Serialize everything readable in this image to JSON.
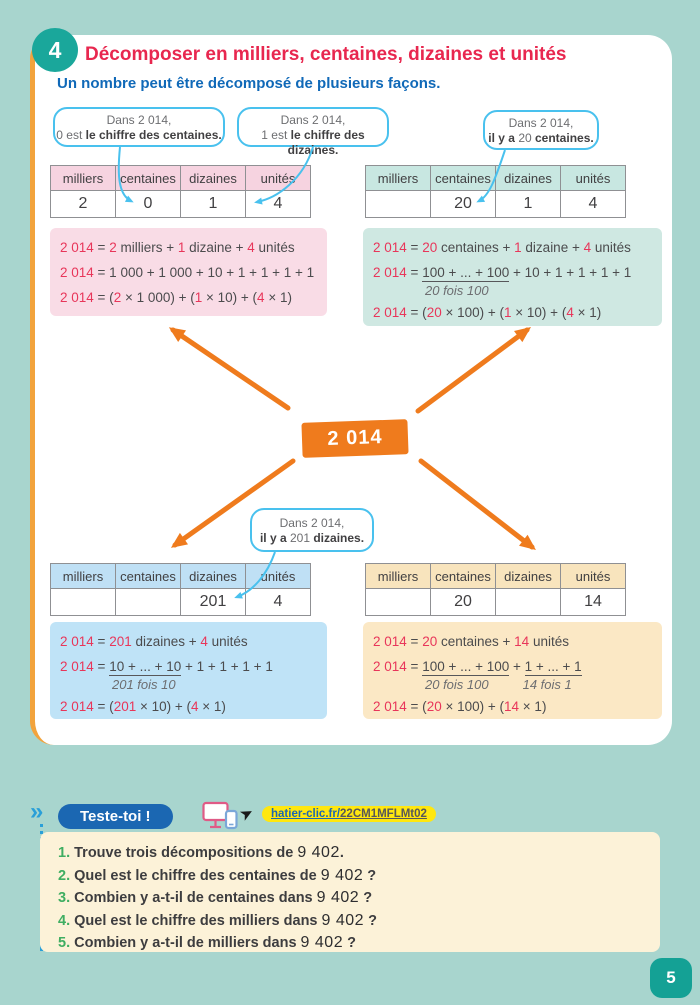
{
  "colors": {
    "background": "#a8d5ce",
    "card": "#ffffff",
    "accent_orange": "#ef7b1d",
    "accent_teal": "#1aa79b",
    "title_red": "#e8274f",
    "subtitle_blue": "#1069b8",
    "bubble_blue": "#49c1ee",
    "link_yellow": "#ffe70f",
    "badge_blue": "#1b67b2",
    "question_green": "#3fae62"
  },
  "lesson": {
    "badge": "4",
    "title": "Décomposer en milliers, centaines, dizaines et unités",
    "subtitle": "Un nombre peut être décomposé de plusieurs façons."
  },
  "center_number": "2 014",
  "bubbles": [
    {
      "line1": "Dans 2 014,",
      "line2": [
        {
          "t": "0 est ",
          "s": "n"
        },
        {
          "t": "le chiffre des centaines.",
          "s": "b"
        }
      ]
    },
    {
      "line1": "Dans 2 014,",
      "line2": [
        {
          "t": "1 est ",
          "s": "n"
        },
        {
          "t": "le chiffre des dizaines.",
          "s": "b"
        }
      ]
    },
    {
      "line1": "Dans 2 014,",
      "line2": [
        {
          "t": "il y a ",
          "s": "b"
        },
        {
          "t": "20",
          "s": "n"
        },
        {
          "t": " centaines.",
          "s": "b"
        }
      ]
    },
    {
      "line1": "Dans 2 014,",
      "line2": [
        {
          "t": "il y a ",
          "s": "b"
        },
        {
          "t": "201",
          "s": "n"
        },
        {
          "t": " dizaines.",
          "s": "b"
        }
      ]
    }
  ],
  "tables": [
    {
      "headers": [
        "milliers",
        "centaines",
        "dizaines",
        "unités"
      ],
      "values": [
        "2",
        "0",
        "1",
        "4"
      ]
    },
    {
      "headers": [
        "milliers",
        "centaines",
        "dizaines",
        "unités"
      ],
      "values": [
        "",
        "20",
        "1",
        "4"
      ]
    },
    {
      "headers": [
        "milliers",
        "centaines",
        "dizaines",
        "unités"
      ],
      "values": [
        "",
        "",
        "201",
        "4"
      ]
    },
    {
      "headers": [
        "milliers",
        "centaines",
        "dizaines",
        "unités"
      ],
      "values": [
        "",
        "20",
        "",
        "14"
      ]
    }
  ],
  "boxes": [
    {
      "lines": [
        [
          {
            "t": "2 014",
            "s": "r"
          },
          {
            "t": " = ",
            "s": "d"
          },
          {
            "t": "2",
            "s": "r"
          },
          {
            "t": " milliers + ",
            "s": "d"
          },
          {
            "t": "1",
            "s": "r"
          },
          {
            "t": " dizaine + ",
            "s": "d"
          },
          {
            "t": "4",
            "s": "r"
          },
          {
            "t": " unités",
            "s": "d"
          }
        ],
        [
          {
            "t": "2 014",
            "s": "r"
          },
          {
            "t": " = 1 000 + 1 000 + 10 + 1 + 1 + 1 + 1",
            "s": "d"
          }
        ],
        [
          {
            "t": "2 014",
            "s": "r"
          },
          {
            "t": " = (",
            "s": "d"
          },
          {
            "t": "2",
            "s": "r"
          },
          {
            "t": " × 1 000) + (",
            "s": "d"
          },
          {
            "t": "1",
            "s": "r"
          },
          {
            "t": " × 10) + (",
            "s": "d"
          },
          {
            "t": "4",
            "s": "r"
          },
          {
            "t": " × 1)",
            "s": "d"
          }
        ]
      ]
    },
    {
      "lines": [
        [
          {
            "t": "2 014",
            "s": "r"
          },
          {
            "t": " = ",
            "s": "d"
          },
          {
            "t": "20",
            "s": "r"
          },
          {
            "t": " centaines + ",
            "s": "d"
          },
          {
            "t": "1",
            "s": "r"
          },
          {
            "t": " dizaine + ",
            "s": "d"
          },
          {
            "t": "4",
            "s": "r"
          },
          {
            "t": " unités",
            "s": "d"
          }
        ],
        [
          {
            "t": "2 014",
            "s": "r"
          },
          {
            "t": " = ",
            "s": "d"
          },
          {
            "t": "100 + ... + 100",
            "s": "u"
          },
          {
            "t": " + 10 + 1 + 1 + 1 + 1",
            "s": "d"
          }
        ],
        [
          {
            "t": "20 fois 100",
            "s": "f"
          }
        ],
        [
          {
            "t": "2 014",
            "s": "r"
          },
          {
            "t": " = (",
            "s": "d"
          },
          {
            "t": "20",
            "s": "r"
          },
          {
            "t": " × 100) + (",
            "s": "d"
          },
          {
            "t": "1",
            "s": "r"
          },
          {
            "t": " × 10) + (",
            "s": "d"
          },
          {
            "t": "4",
            "s": "r"
          },
          {
            "t": " × 1)",
            "s": "d"
          }
        ]
      ]
    },
    {
      "lines": [
        [
          {
            "t": "2 014",
            "s": "r"
          },
          {
            "t": " = ",
            "s": "d"
          },
          {
            "t": "201",
            "s": "r"
          },
          {
            "t": " dizaines + ",
            "s": "d"
          },
          {
            "t": "4",
            "s": "r"
          },
          {
            "t": " unités",
            "s": "d"
          }
        ],
        [
          {
            "t": "2 014",
            "s": "r"
          },
          {
            "t": " = ",
            "s": "d"
          },
          {
            "t": "10 + ... + 10",
            "s": "u"
          },
          {
            "t": " + 1 + 1 + 1 + 1",
            "s": "d"
          }
        ],
        [
          {
            "t": "201 fois 10",
            "s": "f"
          }
        ],
        [
          {
            "t": "2 014",
            "s": "r"
          },
          {
            "t": " = (",
            "s": "d"
          },
          {
            "t": "201",
            "s": "r"
          },
          {
            "t": " × 10) + (",
            "s": "d"
          },
          {
            "t": "4",
            "s": "r"
          },
          {
            "t": " × 1)",
            "s": "d"
          }
        ]
      ]
    },
    {
      "lines": [
        [
          {
            "t": "2 014",
            "s": "r"
          },
          {
            "t": " = ",
            "s": "d"
          },
          {
            "t": "20",
            "s": "r"
          },
          {
            "t": " centaines + ",
            "s": "d"
          },
          {
            "t": "14",
            "s": "r"
          },
          {
            "t": " unités",
            "s": "d"
          }
        ],
        [
          {
            "t": "2 014",
            "s": "r"
          },
          {
            "t": " = ",
            "s": "d"
          },
          {
            "t": "100 + ... + 100",
            "s": "u"
          },
          {
            "t": " + ",
            "s": "d"
          },
          {
            "t": "1 + ... + 1",
            "s": "u"
          }
        ],
        [
          {
            "t": "20 fois 100",
            "s": "f"
          },
          {
            "t": "14 fois 1",
            "s": "fg"
          }
        ],
        [
          {
            "t": "2 014",
            "s": "r"
          },
          {
            "t": " = (",
            "s": "d"
          },
          {
            "t": "20",
            "s": "r"
          },
          {
            "t": " × 100) + (",
            "s": "d"
          },
          {
            "t": "14",
            "s": "r"
          },
          {
            "t": " × 1)",
            "s": "d"
          }
        ]
      ]
    }
  ],
  "teste_toi": {
    "label": "Teste-toi !",
    "link_domain": "hatier-clic.fr/",
    "link_code": "22CM1MFLMt02"
  },
  "questions": [
    [
      {
        "t": "1.",
        "s": "g"
      },
      {
        "t": " Trouve trois décompositions de ",
        "s": "q"
      },
      {
        "t": "9 402",
        "s": "h"
      },
      {
        "t": ".",
        "s": "q"
      }
    ],
    [
      {
        "t": "2.",
        "s": "g"
      },
      {
        "t": " Quel est le chiffre des centaines de ",
        "s": "q"
      },
      {
        "t": "9 402",
        "s": "h"
      },
      {
        "t": " ?",
        "s": "q"
      }
    ],
    [
      {
        "t": "3.",
        "s": "g"
      },
      {
        "t": " Combien y a-t-il de centaines dans ",
        "s": "q"
      },
      {
        "t": "9 402",
        "s": "h"
      },
      {
        "t": " ?",
        "s": "q"
      }
    ],
    [
      {
        "t": "4.",
        "s": "g"
      },
      {
        "t": " Quel est le chiffre des milliers dans ",
        "s": "q"
      },
      {
        "t": "9 402",
        "s": "h"
      },
      {
        "t": " ?",
        "s": "q"
      }
    ],
    [
      {
        "t": "5.",
        "s": "g"
      },
      {
        "t": " Combien y a-t-il de milliers dans ",
        "s": "q"
      },
      {
        "t": "9 402",
        "s": "h"
      },
      {
        "t": " ?",
        "s": "q"
      }
    ]
  ],
  "icons": {
    "chevron_glyph": "»",
    "cursor_glyph": "➤",
    "devices": "computer-and-phone"
  },
  "page": {
    "number": "5"
  }
}
